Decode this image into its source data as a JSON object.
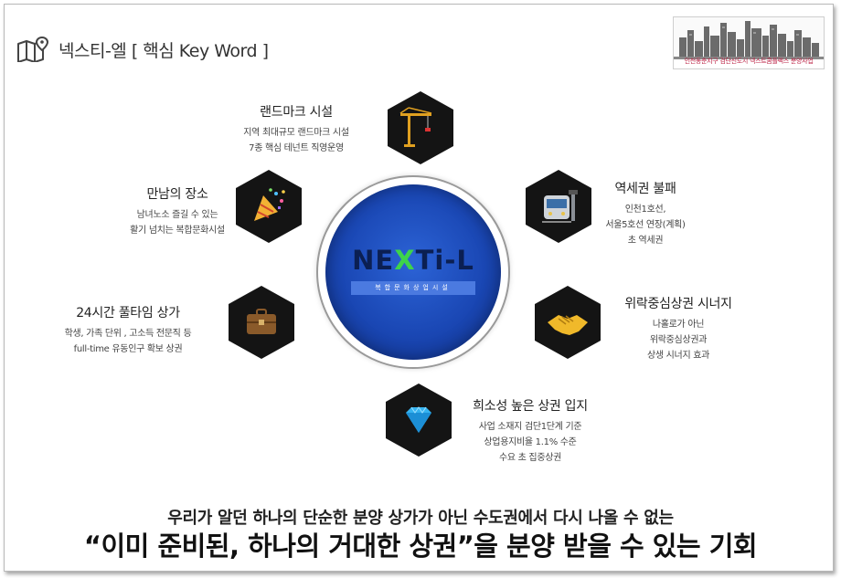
{
  "header": {
    "title": "넥스티-엘 [ 핵심 Key Word ]",
    "brand_caption": "인천동춘지구 검단신도시 넥스트콤플렉스 분양사업"
  },
  "center": {
    "logo_left": "NE",
    "logo_x": "X",
    "logo_right": "Ti-L",
    "logo_sub": "복합문화상업시설"
  },
  "features": [
    {
      "title": "랜드마크 시설",
      "lines": [
        "지역 최대규모 랜드마크 시설",
        "7종 핵심 테넌트 직영운영"
      ],
      "icon": "crane-icon"
    },
    {
      "title": "역세권 불패",
      "lines": [
        "인천1호선,",
        "서울5호선 연장(계획)",
        "초 역세권"
      ],
      "icon": "subway-train-icon"
    },
    {
      "title": "위락중심상권 시너지",
      "lines": [
        "나홀로가 아닌",
        "위락중심상권과",
        "상생 시너지 효과"
      ],
      "icon": "handshake-icon"
    },
    {
      "title": "희소성 높은 상권 입지",
      "lines": [
        "사업 소재지 검단1단계 기준",
        "상업용지비율 1.1% 수준",
        "수요 초 집중상권"
      ],
      "icon": "diamond-icon"
    },
    {
      "title": "24시간 풀타임 상가",
      "lines": [
        "학생, 가족 단위 , 고소득 전문직 등",
        "full-time 유동인구 확보 상권"
      ],
      "icon": "briefcase-icon"
    },
    {
      "title": "만남의 장소",
      "lines": [
        "남녀노소 즐길 수 있는",
        "활기 넘치는 복합문화시설"
      ],
      "icon": "party-popper-icon"
    }
  ],
  "bottom": {
    "line1": "우리가 알던 하나의 단순한 분양 상가가 아닌 수도권에서 다시 나올 수 없는",
    "line2": "“이미 준비된, 하나의 거대한 상권”을 분양 받을 수 있는 기회"
  },
  "colors": {
    "hex_fill": "#141414",
    "center_blue": "#1a47b4",
    "logo_green": "#3ed44a"
  }
}
